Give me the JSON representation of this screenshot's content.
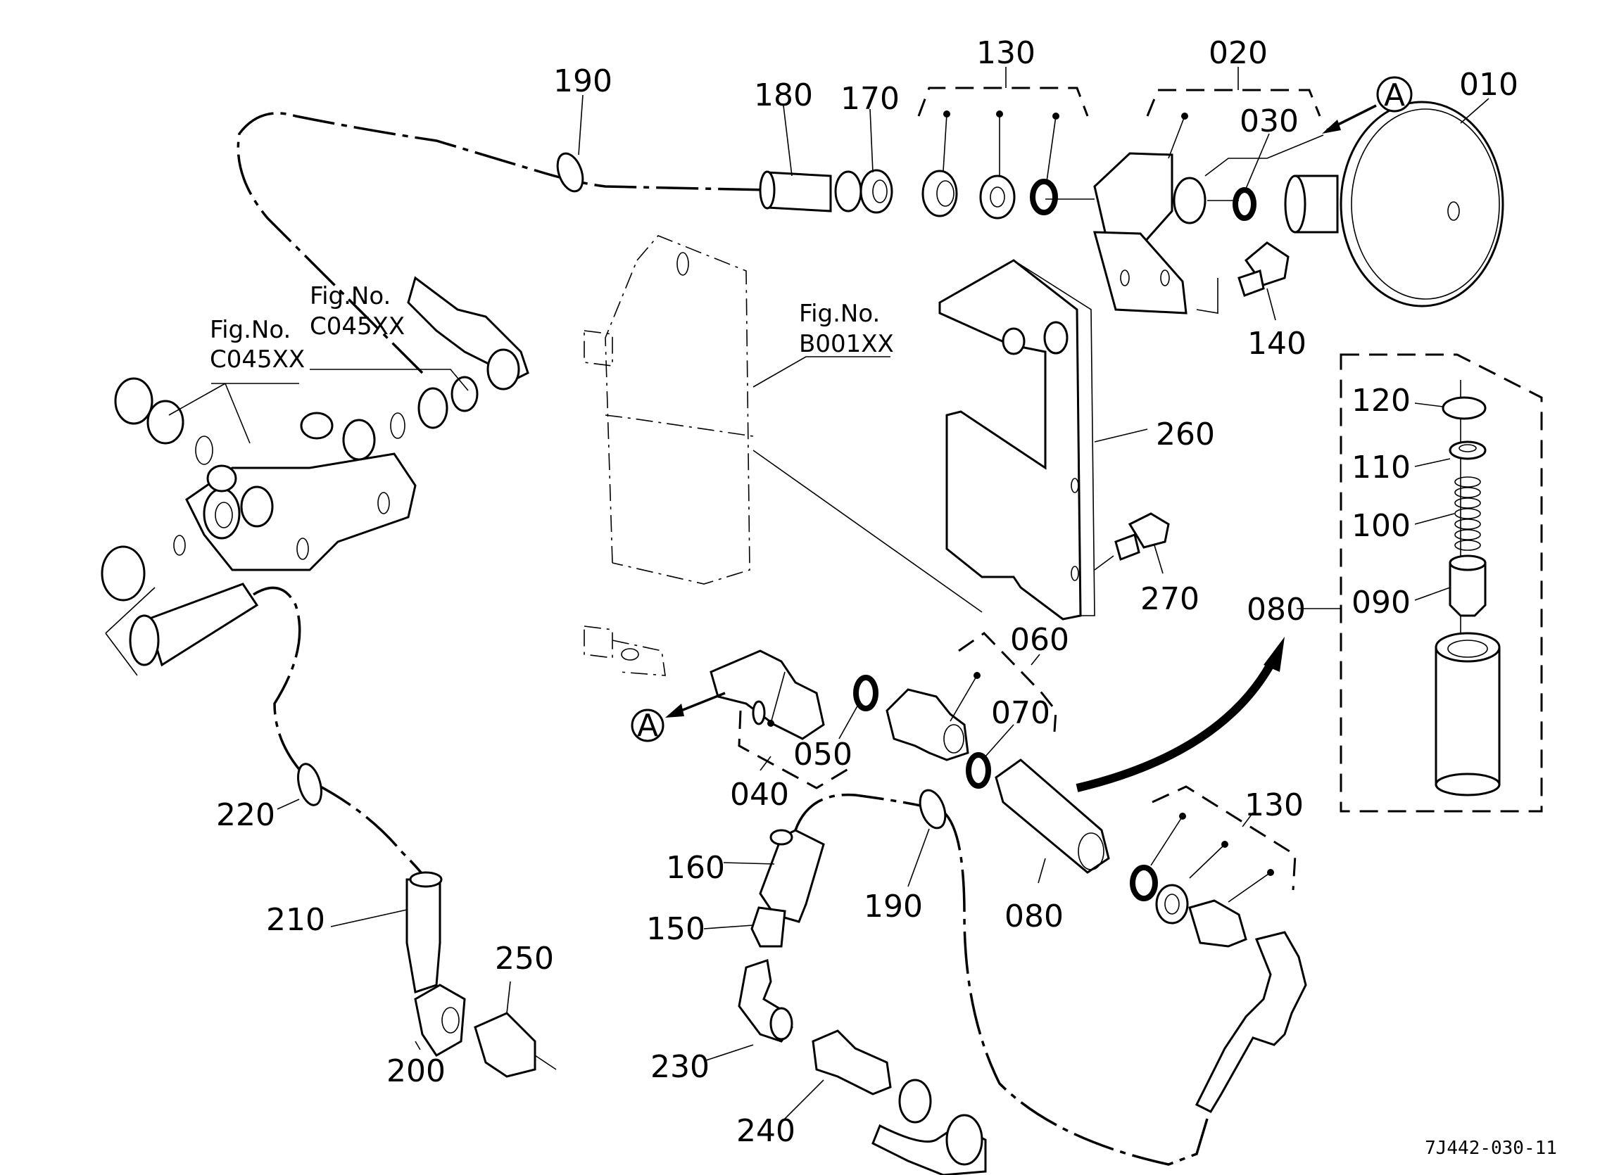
{
  "drawing": {
    "code": "7J442-030-11",
    "view_marker": "A"
  },
  "references": {
    "c045_left": {
      "line1": "Fig.No.",
      "line2": "C045XX"
    },
    "c045_right": {
      "line1": "Fig.No.",
      "line2": "C045XX"
    },
    "b001": {
      "line1": "Fig.No.",
      "line2": "B001XX"
    }
  },
  "parts": {
    "p010": "010",
    "p020": "020",
    "p030": "030",
    "p040": "040",
    "p050": "050",
    "p060": "060",
    "p070": "070",
    "p080_main": "080",
    "p080_kit": "080",
    "p090": "090",
    "p100": "100",
    "p110": "110",
    "p120": "120",
    "p130_top": "130",
    "p130_bottom": "130",
    "p140": "140",
    "p150": "150",
    "p160": "160",
    "p170": "170",
    "p180": "180",
    "p190_top": "190",
    "p190_bottom": "190",
    "p200": "200",
    "p210": "210",
    "p220": "220",
    "p230": "230",
    "p240": "240",
    "p250": "250",
    "p260": "260",
    "p270": "270"
  }
}
